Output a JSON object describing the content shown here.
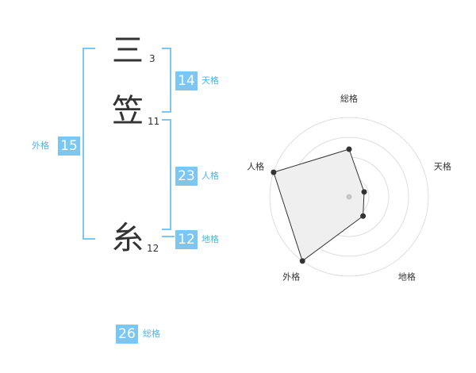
{
  "name": {
    "chars": [
      {
        "char": "三",
        "strokes": "3"
      },
      {
        "char": "笠",
        "strokes": "11"
      },
      {
        "char": "糸",
        "strokes": "12"
      }
    ]
  },
  "fortune": {
    "tenkaku": {
      "value": "14",
      "label": "天格"
    },
    "jinkaku": {
      "value": "23",
      "label": "人格"
    },
    "chikaku": {
      "value": "12",
      "label": "地格"
    },
    "gaikaku": {
      "value": "15",
      "label": "外格"
    },
    "soukaku": {
      "value": "26",
      "label": "総格"
    }
  },
  "chart_data": {
    "type": "radar",
    "axes": [
      "総格",
      "天格",
      "地格",
      "外格",
      "人格"
    ],
    "values": [
      0.6,
      0.2,
      0.3,
      1.0,
      1.0
    ],
    "rings": 4
  }
}
